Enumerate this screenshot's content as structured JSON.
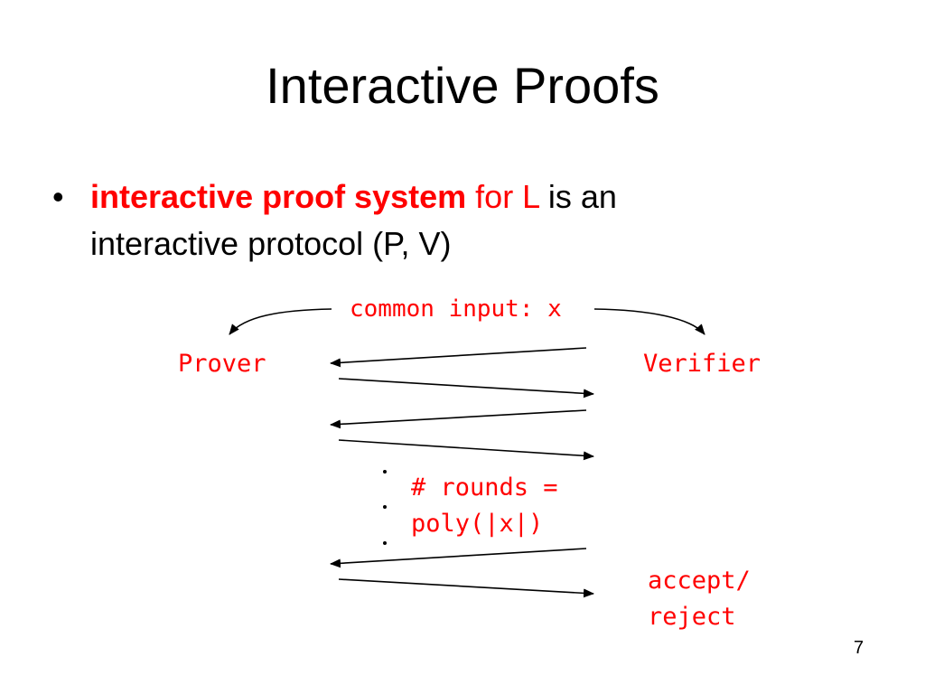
{
  "slide": {
    "title": "Interactive Proofs",
    "page_number": "7"
  },
  "bullet": {
    "marker": "•",
    "term": "interactive proof system",
    "for_text": "for L",
    "rest_line1": " is an",
    "rest_line2": "interactive protocol (P, V)"
  },
  "diagram": {
    "common_input": "common input: x",
    "prover": "Prover",
    "verifier": "Verifier",
    "rounds_line1": "# rounds =",
    "rounds_line2": "poly(|x|)",
    "outcome_line1": "accept/",
    "outcome_line2": "reject"
  },
  "colors": {
    "accent": "#ff0000",
    "text": "#000000"
  }
}
